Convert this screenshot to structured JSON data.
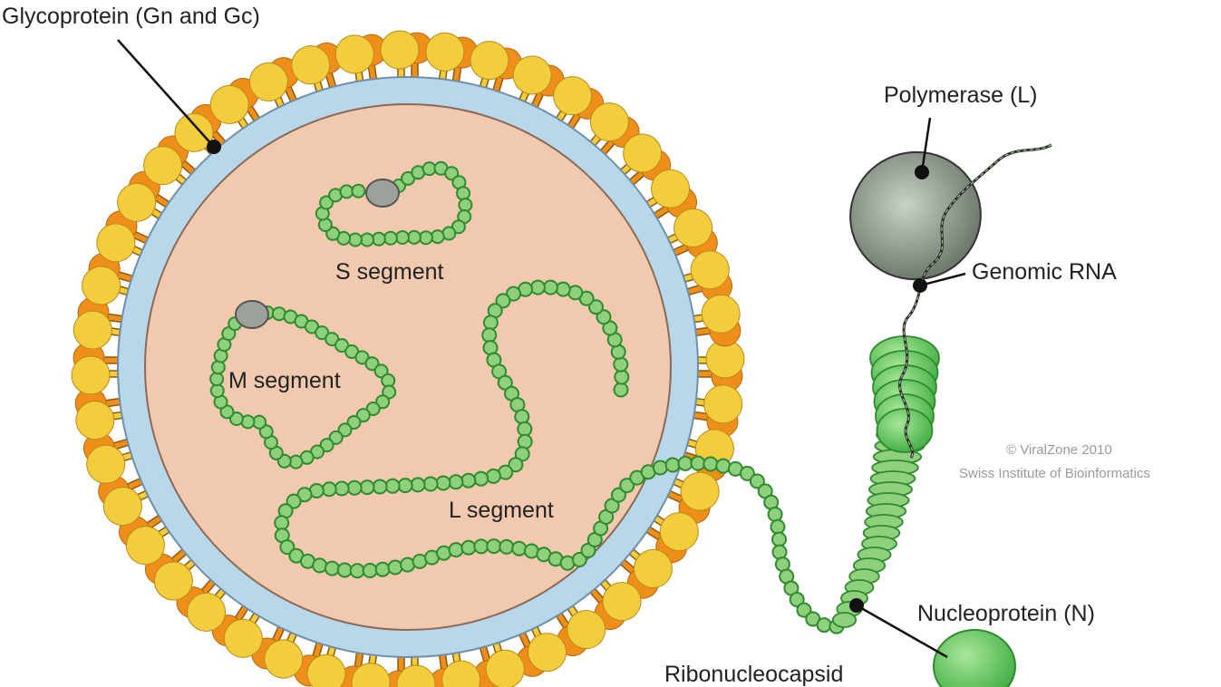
{
  "labels": {
    "glycoprotein": "Glycoprotein (Gn and Gc)",
    "polymerase": "Polymerase (L)",
    "genomic_rna": "Genomic RNA",
    "s_segment": "S segment",
    "m_segment": "M segment",
    "l_segment": "L segment",
    "nucleoprotein": "Nucleoprotein (N)",
    "ribonucleocapsid": "Ribonucleocapsid"
  },
  "credit": {
    "line1": "© ViralZone 2010",
    "line2": "Swiss Institute of Bioinformatics"
  },
  "colors": {
    "core": "#f1c9ae",
    "membrane": "#b9d7ea",
    "spike_yellow": "#f3cd3c",
    "spike_orange": "#ef8f1a",
    "bead_fill": "#8fd07c",
    "bead_stroke": "#2f8a2f",
    "polymerase": "#8a9488",
    "nucleoprotein": "#5fc65a"
  },
  "icons": [
    "glycoprotein-spike-icon",
    "polymerase-icon",
    "nucleoprotein-bead-icon"
  ]
}
